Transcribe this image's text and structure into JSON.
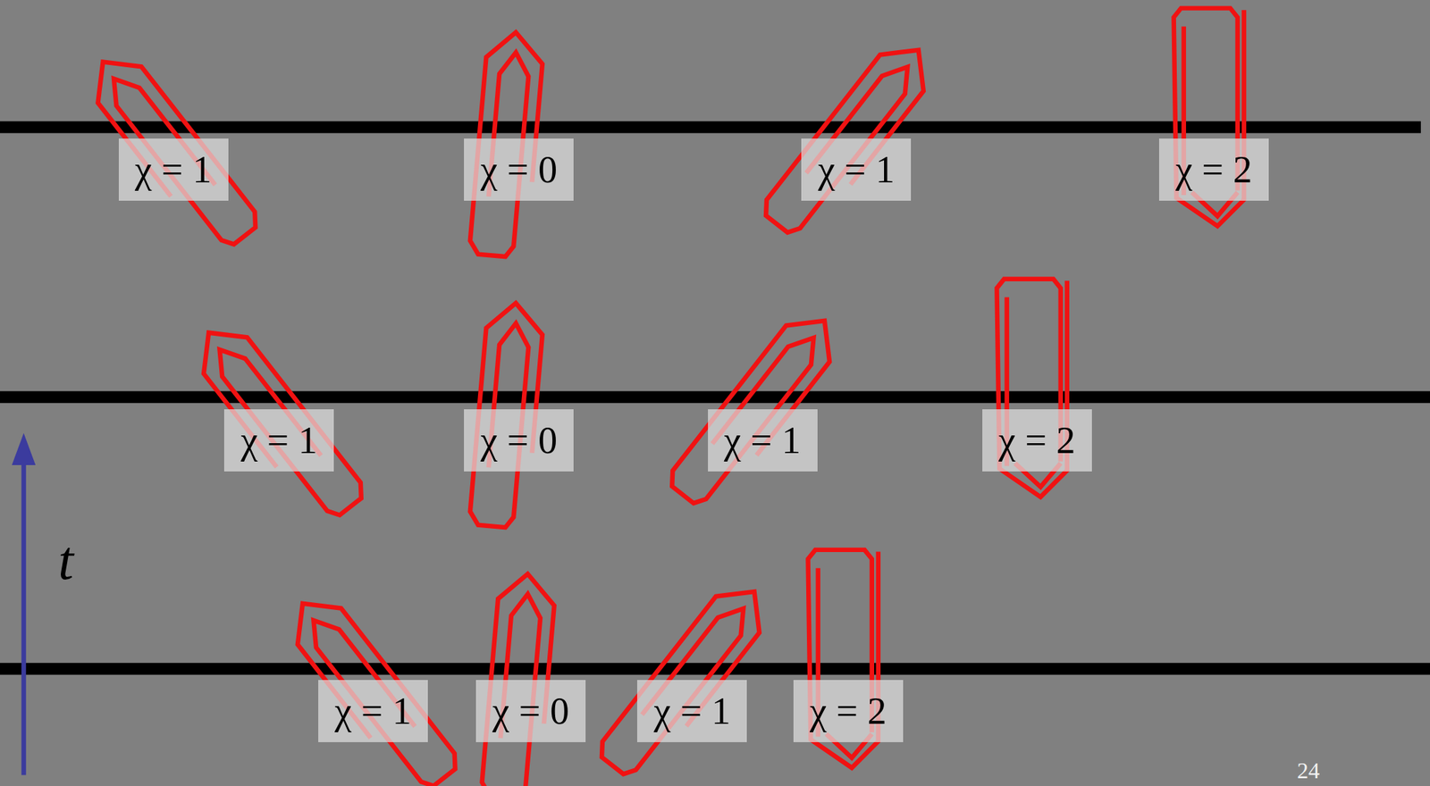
{
  "diagram": {
    "nodes": [
      {
        "text": [
          "χ = 1"
        ]
      },
      {
        "text": [
          "χ = 0"
        ]
      },
      {
        "text": [
          "χ = 1"
        ]
      },
      {
        "text": [
          "χ = 2"
        ]
      },
      {
        "text": [
          "χ = 1"
        ]
      },
      {
        "text": [
          "χ = 0"
        ]
      },
      {
        "text": [
          "χ = 1"
        ]
      },
      {
        "text": [
          "χ = 2"
        ]
      },
      {
        "text": [
          "χ = 1"
        ]
      },
      {
        "text": [
          "χ = 0"
        ]
      },
      {
        "text": [
          "χ = 1"
        ]
      },
      {
        "text": [
          "χ = 2"
        ]
      }
    ],
    "labels": [
      "t",
      "24"
    ]
  }
}
